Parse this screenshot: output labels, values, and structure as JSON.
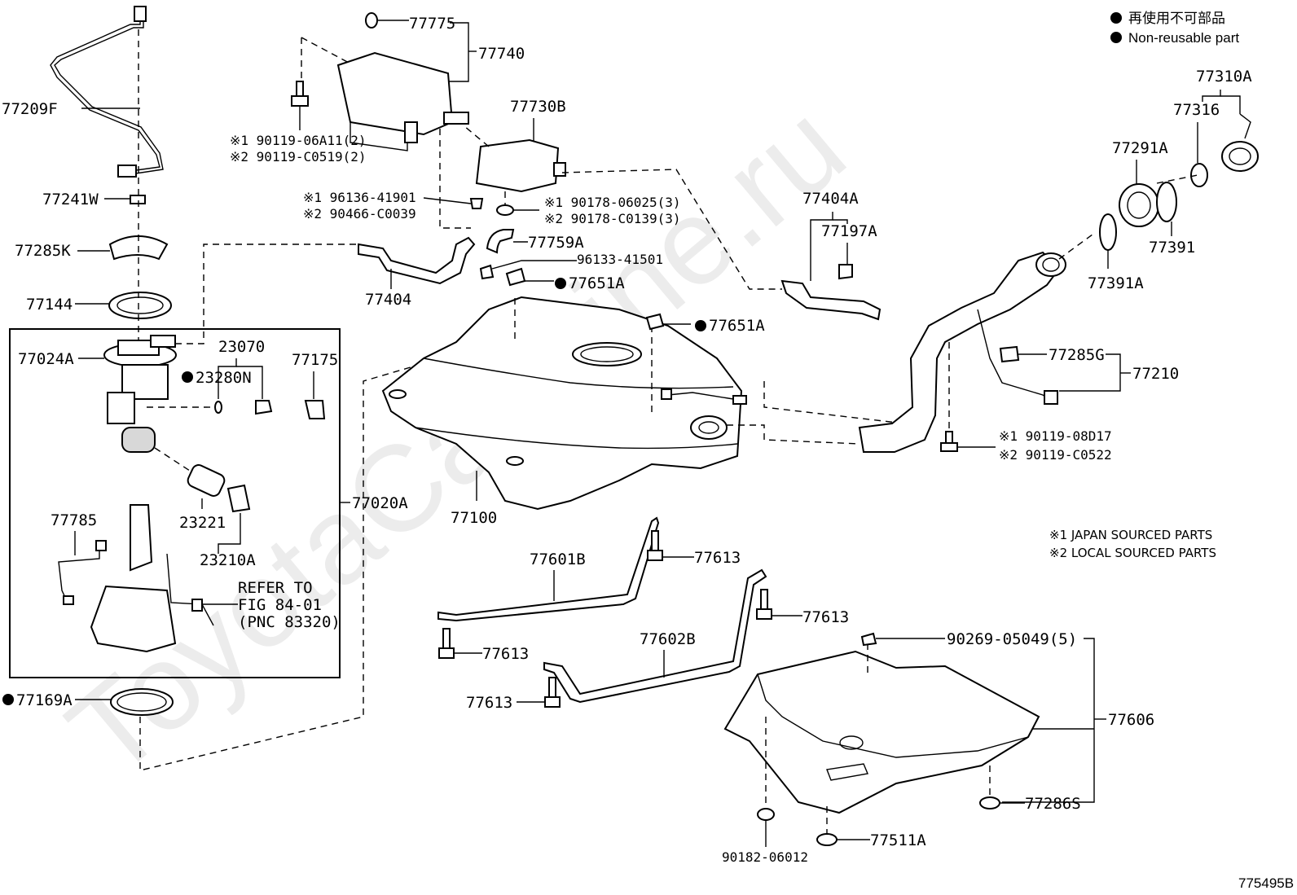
{
  "legend": {
    "jp": "再使用不可部品",
    "en": "Non-reusable part"
  },
  "notes": {
    "n1": "※1 JAPAN SOURCED PARTS",
    "n2": "※2 LOCAL SOURCED PARTS"
  },
  "refer": {
    "line1": "REFER TO",
    "line2": "FIG 84-01",
    "line3": "(PNC 83320)"
  },
  "figure_id": "775495B",
  "watermark": "ToyotaCarMine.ru",
  "labels": {
    "p77209F": "77209F",
    "p77241W": "77241W",
    "p77285K": "77285K",
    "p77144": "77144",
    "p77024A": "77024A",
    "p23070": "23070",
    "p23280N": "23280N",
    "p77175": "77175",
    "p77785": "77785",
    "p23221": "23221",
    "p23210A": "23210A",
    "p77020A": "77020A",
    "p77169A": "77169A",
    "p77775": "77775",
    "p77740": "77740",
    "p90119_06A11": "※1 90119-06A11(2)",
    "p90119_C0519": "※2 90119-C0519(2)",
    "p77730B": "77730B",
    "p96136": "※1 96136-41901",
    "p90466": "※2 90466-C0039",
    "p90178_06025": "※1 90178-06025(3)",
    "p90178_C0139": "※2 90178-C0139(3)",
    "p77759A": "77759A",
    "p96133": "96133-41501",
    "p77651A_1": "77651A",
    "p77404": "77404",
    "p77651A_2": "77651A",
    "p77100": "77100",
    "p77404A": "77404A",
    "p77197A": "77197A",
    "p77310A": "77310A",
    "p77316": "77316",
    "p77291A": "77291A",
    "p77391": "77391",
    "p77391A": "77391A",
    "p77285G": "77285G",
    "p77210": "77210",
    "p90119_08D17": "※1 90119-08D17",
    "p90119_C0522": "※2 90119-C0522",
    "p77601B": "77601B",
    "p77613_1": "77613",
    "p77613_2": "77613",
    "p77613_3": "77613",
    "p77613_4": "77613",
    "p77602B": "77602B",
    "p90269": "90269-05049(5)",
    "p77606": "77606",
    "p77286S": "77286S",
    "p77511A": "77511A",
    "p90182": "90182-06012"
  }
}
